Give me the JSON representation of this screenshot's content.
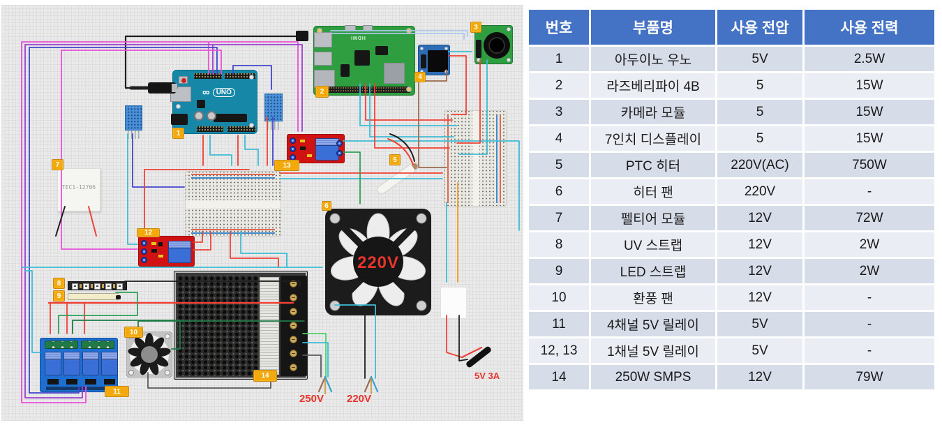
{
  "table": {
    "headers": [
      "번호",
      "부품명",
      "사용 전압",
      "사용 전력"
    ],
    "rows": [
      {
        "no": "1",
        "name": "아두이노 우노",
        "voltage": "5V",
        "power": "2.5W"
      },
      {
        "no": "2",
        "name": "라즈베리파이 4B",
        "voltage": "5",
        "power": "15W"
      },
      {
        "no": "3",
        "name": "카메라 모듈",
        "voltage": "5",
        "power": "15W"
      },
      {
        "no": "4",
        "name": "7인치 디스플레이",
        "voltage": "5",
        "power": "15W"
      },
      {
        "no": "5",
        "name": "PTC 히터",
        "voltage": "220V(AC)",
        "power": "750W"
      },
      {
        "no": "6",
        "name": "히터 팬",
        "voltage": "220V",
        "power": "-"
      },
      {
        "no": "7",
        "name": "펠티어 모듈",
        "voltage": "12V",
        "power": "72W"
      },
      {
        "no": "8",
        "name": "UV 스트랩",
        "voltage": "12V",
        "power": "2W"
      },
      {
        "no": "9",
        "name": "LED 스트랩",
        "voltage": "12V",
        "power": "2W"
      },
      {
        "no": "10",
        "name": "환풍 팬",
        "voltage": "12V",
        "power": "-"
      },
      {
        "no": "11",
        "name": "4채널 5V 릴레이",
        "voltage": "5V",
        "power": "-"
      },
      {
        "no": "12, 13",
        "name": "1채널 5V 릴레이",
        "voltage": "5V",
        "power": "-"
      },
      {
        "no": "14",
        "name": "250W SMPS",
        "voltage": "12V",
        "power": "79W"
      }
    ]
  },
  "diagram": {
    "markers": {
      "m1": "1",
      "m2": "2",
      "m3": "3",
      "m4": "4",
      "m5": "5",
      "m6": "6",
      "m7": "7",
      "m8": "8",
      "m9": "9",
      "m10": "10",
      "m11": "11",
      "m12": "12",
      "m13": "13",
      "m14": "14"
    },
    "annotations": {
      "fan_voltage": "220V",
      "peltier_model": "TEC1-12706",
      "plug_left": "250V",
      "plug_right": "220V",
      "adapter": "5V 3A",
      "arduino_logo": "UNO",
      "arduino_infinity": "∞",
      "rpi_port": "HDMI"
    },
    "colors": {
      "marker_bg": "#F4A90A",
      "table_header_bg": "#4472C4",
      "table_row_dark": "#D6DCE8",
      "table_row_light": "#EBEDF4",
      "wire_red": "#EF4136",
      "wire_cyan": "#3FBCD4",
      "wire_magenta": "#E850D8",
      "wire_purple": "#9A3FD0",
      "wire_indigo": "#4545CC",
      "wire_green": "#2FA05A",
      "wire_orange": "#F59B22"
    }
  }
}
